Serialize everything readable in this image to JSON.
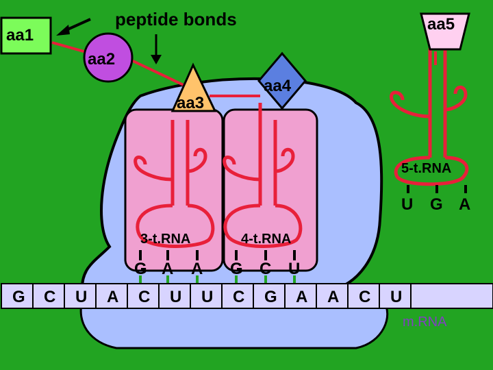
{
  "colors": {
    "background": "#22a422",
    "ribosome": "#aabfff",
    "site": "#f0a0d0",
    "trna": "#e8203a",
    "aa1": "#7cfc5a",
    "aa2": "#c04ee0",
    "aa3": "#ffc36b",
    "aa4": "#5b7fe0",
    "aa5": "#ffd0f0",
    "mrna": "#d8d4ff",
    "mrna_label": "#8040c0"
  },
  "labels": {
    "peptide_bonds": "peptide bonds",
    "aa1": "aa1",
    "aa2": "aa2",
    "aa3": "aa3",
    "aa4": "aa4",
    "aa5": "aa5",
    "trna3": "3-t.RNA",
    "trna4": "4-t.RNA",
    "trna5": "5-t.RNA",
    "mrna": "m.RNA"
  },
  "anticodons": {
    "trna3": [
      "G",
      "A",
      "A"
    ],
    "trna4": [
      "G",
      "C",
      "U"
    ],
    "trna5": [
      "U",
      "G",
      "A"
    ]
  },
  "mrna_bases": [
    "G",
    "C",
    "U",
    "A",
    "C",
    "U",
    "U",
    "C",
    "G",
    "A",
    "A",
    "C",
    "U"
  ]
}
